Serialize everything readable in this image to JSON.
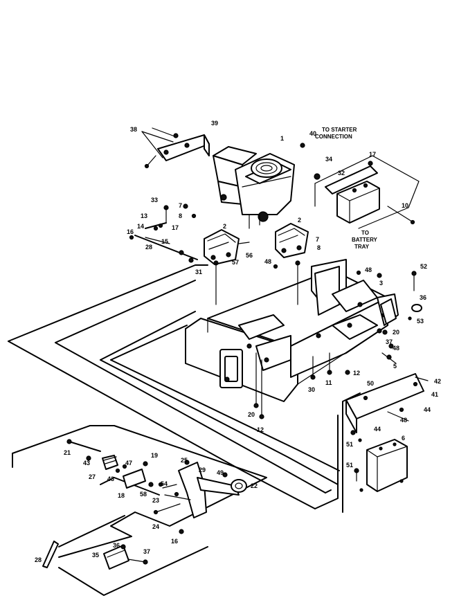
{
  "notes": {
    "starter_line1": "TO STARTER",
    "starter_line2": "CONNECTION",
    "battery_line1": "TO",
    "battery_line2": "BATTERY",
    "battery_line3": "TRAY"
  },
  "callouts": [
    "38",
    "39",
    "1",
    "40",
    "34",
    "17",
    "32",
    "10",
    "33",
    "7",
    "8",
    "13",
    "14",
    "17",
    "16",
    "28",
    "15",
    "2",
    "57",
    "56",
    "31",
    "2",
    "7",
    "8",
    "48",
    "48",
    "3",
    "52",
    "36",
    "53",
    "20",
    "37",
    "48",
    "5",
    "20",
    "12",
    "11",
    "30",
    "12",
    "50",
    "42",
    "41",
    "44",
    "48",
    "44",
    "51",
    "6",
    "51",
    "21",
    "43",
    "27",
    "47",
    "43",
    "19",
    "18",
    "58",
    "54",
    "25",
    "29",
    "49",
    "22",
    "23",
    "24",
    "16",
    "28",
    "35",
    "36",
    "37"
  ]
}
